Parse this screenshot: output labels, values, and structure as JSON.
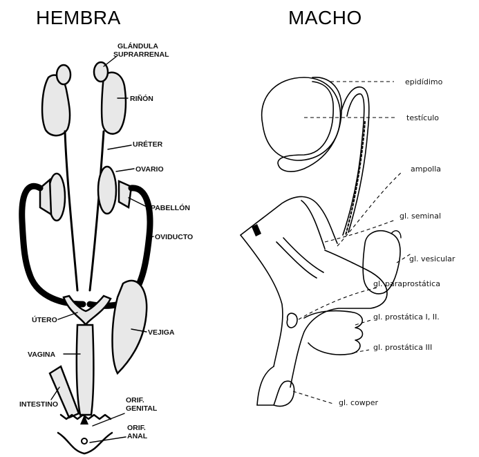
{
  "headings": {
    "female": "HEMBRA",
    "male": "MACHO"
  },
  "female_labels": {
    "glandula_1": "GLÁNDULA",
    "glandula_2": "SUPRARRENAL",
    "rinon": "RIÑÓN",
    "ureter": "URÉTER",
    "ovario": "OVARIO",
    "pabellon": "PABELLÓN",
    "oviducto": "OVIDUCTO",
    "utero": "ÚTERO",
    "vejiga": "VEJIGA",
    "vagina": "VAGINA",
    "intestino": "INTESTINO",
    "orif_genital_1": "ORIF.",
    "orif_genital_2": "GENITAL",
    "orif_anal_1": "ORIF.",
    "orif_anal_2": "ANAL"
  },
  "male_labels": {
    "epididimo": "epidídimo",
    "testiculo": "testículo",
    "ampolla": "ampolla",
    "gl_seminal": "gl. seminal",
    "gl_vesicular": "gl. vesicular",
    "gl_paraprostatica": "gl. paraprostática",
    "gl_prostatica_1_2": "gl. prostática I, II.",
    "gl_prostatica_3": "gl. prostática III",
    "gl_cowper": "gl. cowper"
  }
}
